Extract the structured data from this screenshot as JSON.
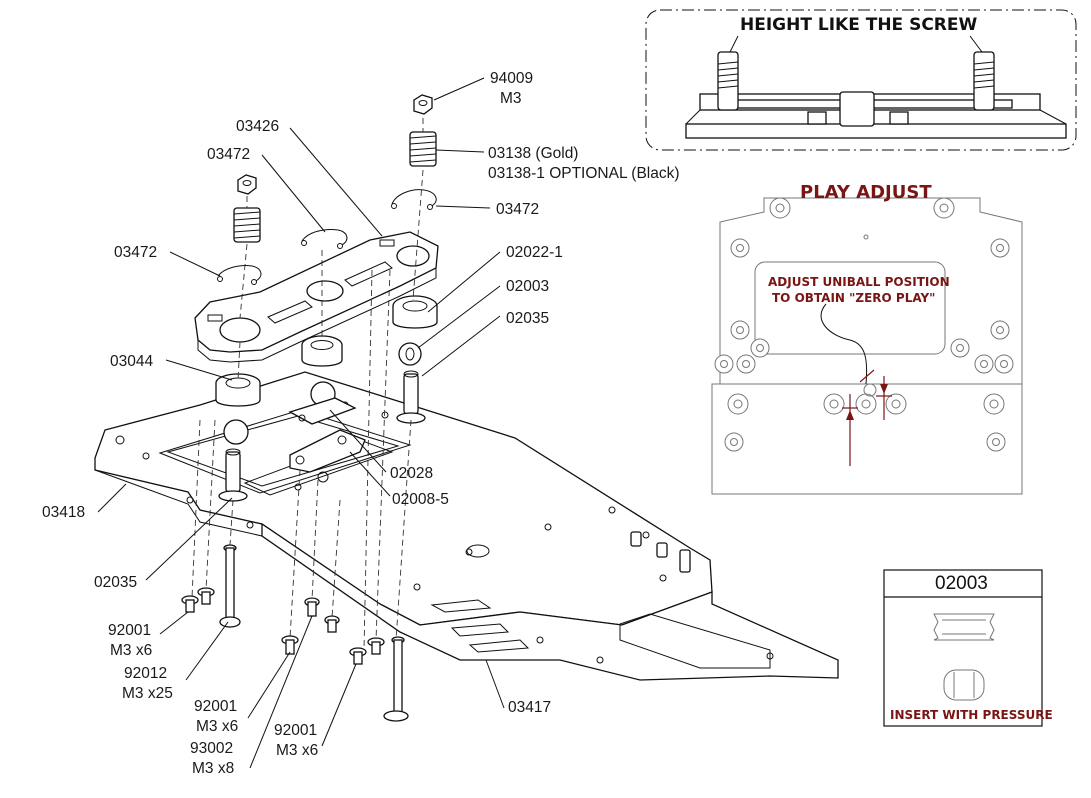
{
  "callouts": {
    "nut_94009": "94009",
    "nut_94009_size": "M3",
    "plate_03426": "03426",
    "clip_03472_a": "03472",
    "spring_03138": "03138 (Gold)",
    "spring_03138_opt": "03138-1 OPTIONAL (Black)",
    "clip_03472_b": "03472",
    "clip_03472_c": "03472",
    "uniball_02022": "02022-1",
    "ball_02003": "02003",
    "post_02035_a": "02035",
    "bushing_03044": "03044",
    "holder_02028": "02028",
    "link_02008": "02008-5",
    "chassis_03418": "03418",
    "post_02035_b": "02035",
    "screw_92001_a": "92001",
    "screw_92001_a_size": "M3 x6",
    "screw_92012": "92012",
    "screw_92012_size": "M3 x25",
    "screw_92001_b": "92001",
    "screw_92001_b_size": "M3 x6",
    "screw_93002": "93002",
    "screw_93002_size": "M3 x8",
    "screw_92001_c": "92001",
    "screw_92001_c_size": "M3 x6",
    "chassis_03417": "03417"
  },
  "height_detail": {
    "title": "HEIGHT LIKE THE SCREW"
  },
  "play_adjust": {
    "title": "PLAY ADJUST",
    "note_line1": "ADJUST UNIBALL POSITION",
    "note_line2": "TO OBTAIN  \"ZERO PLAY\""
  },
  "part_box": {
    "part_number": "02003",
    "note": "INSERT WITH PRESSURE"
  },
  "colors": {
    "annotation_red": "#7a1515",
    "line": "#111111"
  }
}
